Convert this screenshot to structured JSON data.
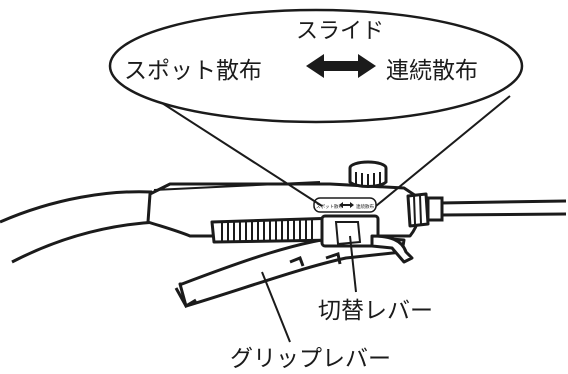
{
  "callout": {
    "top_label": "スライド",
    "left_label": "スポット散布",
    "right_label": "連続散布",
    "inset_left": "スポット散布",
    "inset_right": "連続散布"
  },
  "labels": {
    "switch_lever": "切替レバー",
    "grip_lever": "グリップレバー"
  },
  "colors": {
    "line": "#1b1b1b",
    "fill": "#ffffff"
  }
}
